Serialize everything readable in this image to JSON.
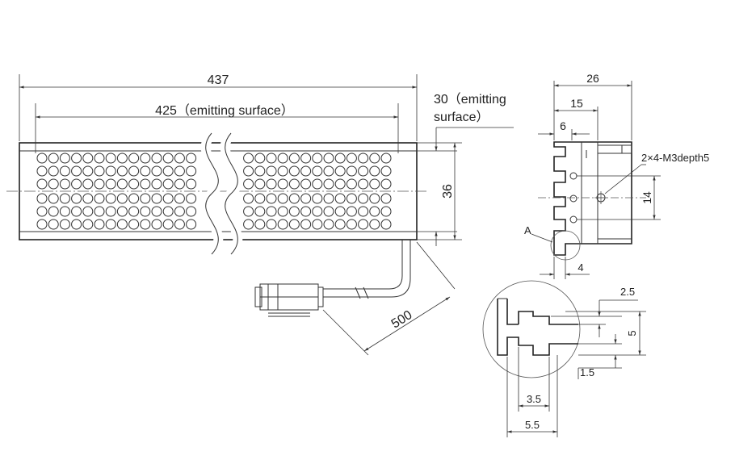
{
  "front_view": {
    "overall_length": "437",
    "emitting_length": "425（emitting surface）",
    "emitting_width_line1": "30（emitting",
    "emitting_width_line2": "surface）",
    "height": "36",
    "cable_length": "500"
  },
  "side_view": {
    "width": "26",
    "dim_15": "15",
    "dim_6": "6",
    "hole_note": "2×4-M3depth5",
    "hole_spacing": "14",
    "bottom_dim": "4",
    "detail_marker": "A"
  },
  "detail_a": {
    "dim_2_5": "2.5",
    "dim_5": "5",
    "dim_1_5": "1.5",
    "dim_3_5": "3.5",
    "dim_5_5": "5.5"
  }
}
